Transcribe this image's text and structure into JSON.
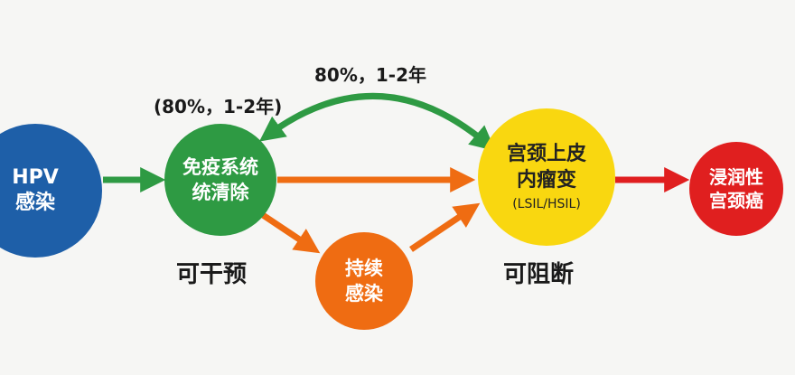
{
  "nodes": {
    "hpv": {
      "line1": "HPV",
      "line2": "感染",
      "color": "#1e5fa8"
    },
    "clearance": {
      "line1": "免疫系统",
      "line2": "统清除",
      "color": "#2e9a43"
    },
    "persistent": {
      "line1": "持续",
      "line2": "感染",
      "color": "#ef6c12"
    },
    "lesion": {
      "line1": "宫颈上皮",
      "line2": "内瘤变",
      "sub": "(LSIL/HSIL)",
      "color": "#f9d710"
    },
    "cancer": {
      "line1": "浸润性",
      "line2": "宫颈癌",
      "color": "#e01f1f"
    }
  },
  "labels": {
    "top_arc": "80%，1-2年",
    "regression": "(80%，1-2年)",
    "interventable": "可干预",
    "blockable": "可阻断"
  },
  "arrow_colors": {
    "green": "#2e9a43",
    "orange": "#ef6c12",
    "red": "#e01f1f"
  }
}
